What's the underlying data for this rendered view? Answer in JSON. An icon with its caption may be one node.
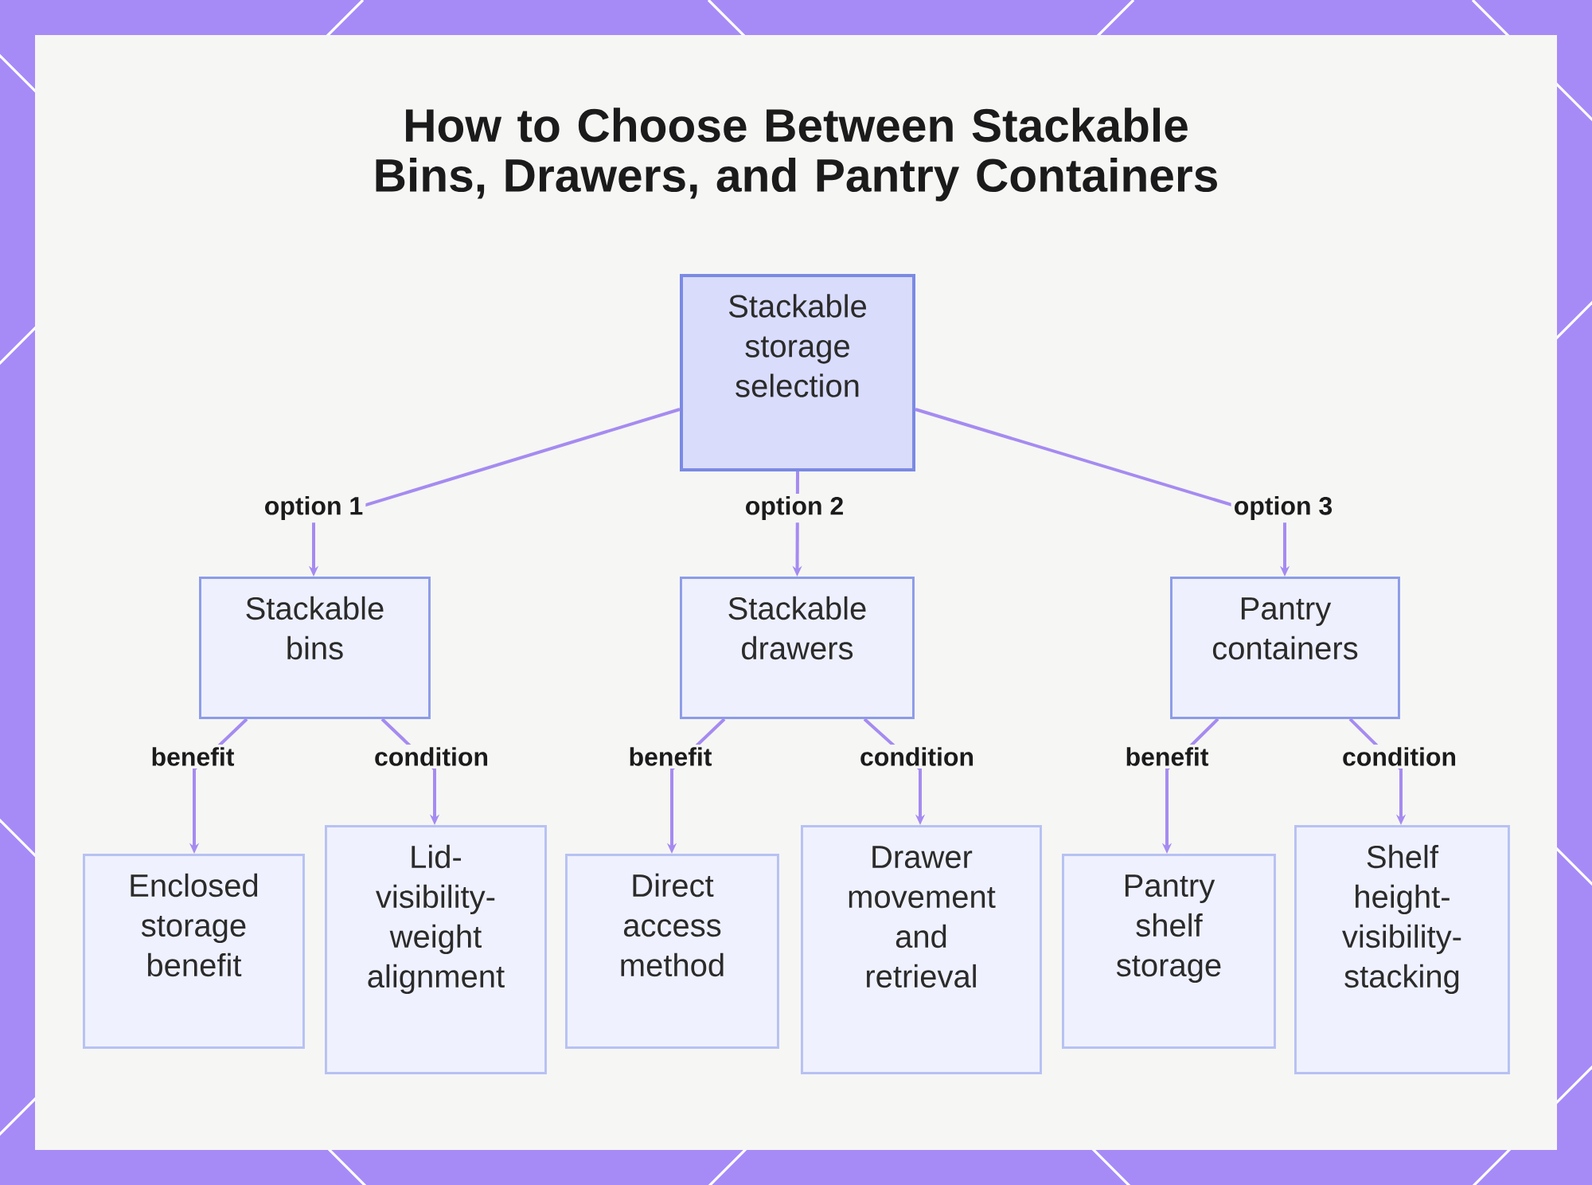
{
  "diagram": {
    "title": "How to Choose Between Stackable Bins, Drawers, and Pantry Containers",
    "nodes": [
      {
        "text": [
          "Stackable storage selection"
        ]
      },
      {
        "text": [
          "Stackable bins"
        ]
      },
      {
        "text": [
          "Stackable drawers"
        ]
      },
      {
        "text": [
          "Pantry containers"
        ]
      },
      {
        "text": [
          "Enclosed storage benefit"
        ]
      },
      {
        "text": [
          "Lid-visibility-weight alignment"
        ]
      },
      {
        "text": [
          "Direct access method"
        ]
      },
      {
        "text": [
          "Drawer movement and retrieval"
        ]
      },
      {
        "text": [
          "Pantry shelf storage"
        ]
      },
      {
        "text": [
          "Shelf height-visibility-stacking"
        ]
      }
    ],
    "edges": [
      {
        "from": 0,
        "to": 1,
        "arrow": "to",
        "label": "option 1"
      },
      {
        "from": 0,
        "to": 2,
        "arrow": "to",
        "label": "option 2"
      },
      {
        "from": 0,
        "to": 3,
        "arrow": "to",
        "label": "option 3"
      },
      {
        "from": 1,
        "to": 4,
        "arrow": "to",
        "label": "benefit"
      },
      {
        "from": 1,
        "to": 5,
        "arrow": "to",
        "label": "condition"
      },
      {
        "from": 2,
        "to": 6,
        "arrow": "to",
        "label": "benefit"
      },
      {
        "from": 2,
        "to": 7,
        "arrow": "to",
        "label": "condition"
      },
      {
        "from": 3,
        "to": 8,
        "arrow": "to",
        "label": "benefit"
      },
      {
        "from": 3,
        "to": 9,
        "arrow": "to",
        "label": "condition"
      }
    ]
  }
}
